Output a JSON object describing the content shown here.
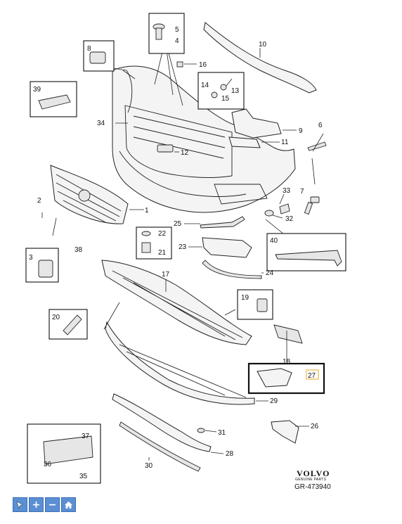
{
  "diagram": {
    "labels": {
      "p1": "1",
      "p2": "2",
      "p3": "3",
      "p4": "4",
      "p5": "5",
      "p6": "6",
      "p7": "7",
      "p8": "8",
      "p9": "9",
      "p10": "10",
      "p11": "11",
      "p12": "12",
      "p13": "13",
      "p14": "14",
      "p15": "15",
      "p16": "16",
      "p17": "17",
      "p18": "18",
      "p19": "19",
      "p20": "20",
      "p21": "21",
      "p22": "22",
      "p23": "23",
      "p24": "24",
      "p25": "25",
      "p26": "26",
      "p27": "27",
      "p28": "28",
      "p29": "29",
      "p30": "30",
      "p31": "31",
      "p32": "32",
      "p33": "33",
      "p34": "34",
      "p35": "35",
      "p36": "36",
      "p37": "37",
      "p38": "38",
      "p39": "39",
      "p40": "40"
    },
    "highlight_color": "#d9202a",
    "highlight_label_color": "#e8b84a"
  },
  "brand": {
    "name": "VOLVO",
    "subtitle": "GENUINE PARTS",
    "ref": "GR-473940"
  },
  "toolbar": {
    "select": "select-icon",
    "zoom_in": "+",
    "zoom_out": "−",
    "home": "home-icon"
  }
}
